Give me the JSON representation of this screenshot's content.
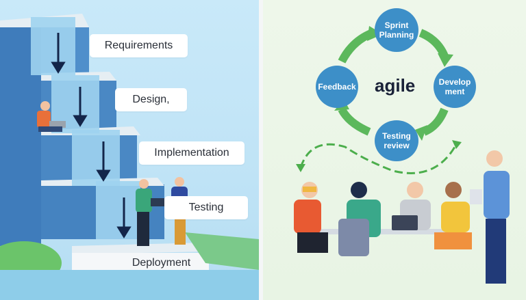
{
  "waterfall": {
    "steps": [
      {
        "label": "Requirements"
      },
      {
        "label": "Design,"
      },
      {
        "label": "Implementation"
      },
      {
        "label": "Testing"
      },
      {
        "label": "Deployment"
      }
    ],
    "colors": {
      "background": "#c5e7f8",
      "step_front": "#4f8fcb",
      "step_top": "#e6eef3",
      "water": "#9fd3f0",
      "arrow": "#13254a",
      "grass": "#6bc46a"
    }
  },
  "agile": {
    "title": "agile",
    "cycle": [
      {
        "label": "Sprint\nPlanning"
      },
      {
        "label": "Develop\nment"
      },
      {
        "label": "Testing\nreview"
      },
      {
        "label": "Feedback"
      }
    ],
    "colors": {
      "background": "#ebf6e7",
      "node": "#3d8fc8",
      "arrow": "#5cb85c",
      "title": "#1a2238"
    }
  }
}
